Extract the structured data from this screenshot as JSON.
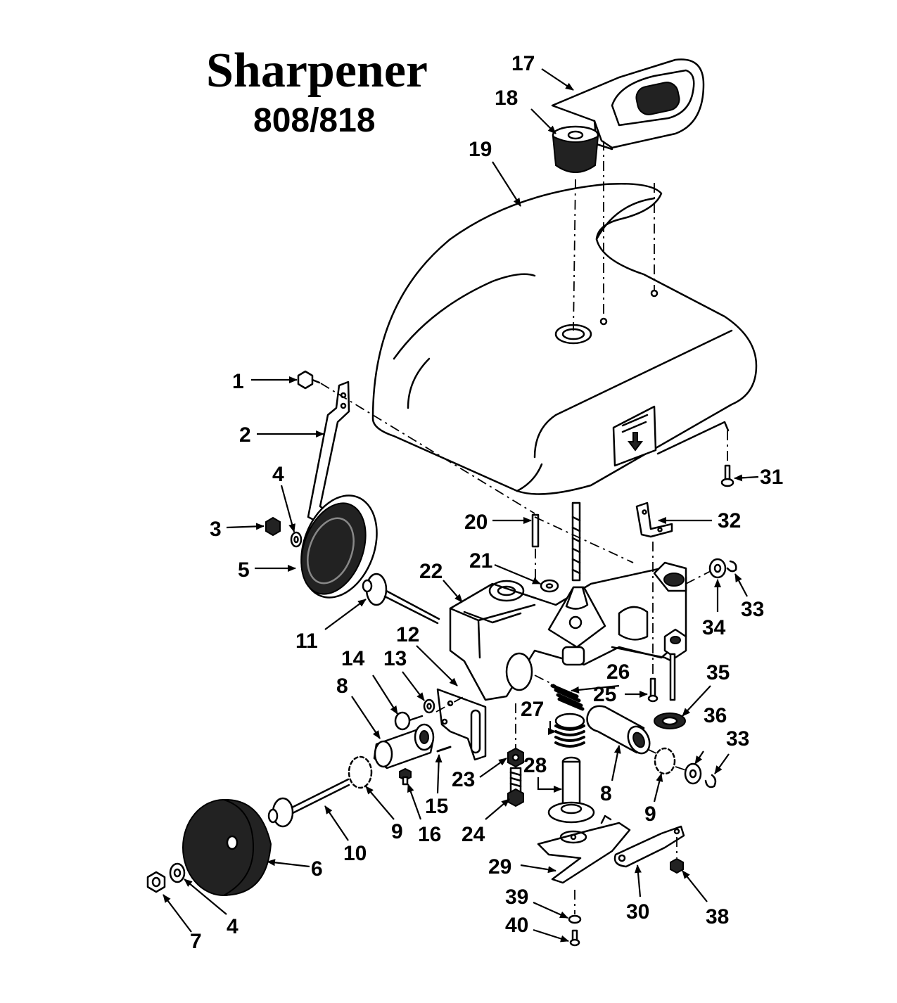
{
  "title": "Sharpener",
  "model": "808/818",
  "callouts": [
    {
      "id": "c1",
      "label": "1"
    },
    {
      "id": "c2",
      "label": "2"
    },
    {
      "id": "c3",
      "label": "3"
    },
    {
      "id": "c4a",
      "label": "4"
    },
    {
      "id": "c5",
      "label": "5"
    },
    {
      "id": "c4b",
      "label": "4"
    },
    {
      "id": "c6",
      "label": "6"
    },
    {
      "id": "c7",
      "label": "7"
    },
    {
      "id": "c8a",
      "label": "8"
    },
    {
      "id": "c8b",
      "label": "8"
    },
    {
      "id": "c9a",
      "label": "9"
    },
    {
      "id": "c9b",
      "label": "9"
    },
    {
      "id": "c10",
      "label": "10"
    },
    {
      "id": "c11",
      "label": "11"
    },
    {
      "id": "c12",
      "label": "12"
    },
    {
      "id": "c13",
      "label": "13"
    },
    {
      "id": "c14",
      "label": "14"
    },
    {
      "id": "c15",
      "label": "15"
    },
    {
      "id": "c16",
      "label": "16"
    },
    {
      "id": "c17",
      "label": "17"
    },
    {
      "id": "c18",
      "label": "18"
    },
    {
      "id": "c19",
      "label": "19"
    },
    {
      "id": "c20",
      "label": "20"
    },
    {
      "id": "c21",
      "label": "21"
    },
    {
      "id": "c22",
      "label": "22"
    },
    {
      "id": "c23",
      "label": "23"
    },
    {
      "id": "c24",
      "label": "24"
    },
    {
      "id": "c25",
      "label": "25"
    },
    {
      "id": "c26",
      "label": "26"
    },
    {
      "id": "c27",
      "label": "27"
    },
    {
      "id": "c28",
      "label": "28"
    },
    {
      "id": "c29",
      "label": "29"
    },
    {
      "id": "c30",
      "label": "30"
    },
    {
      "id": "c31",
      "label": "31"
    },
    {
      "id": "c32",
      "label": "32"
    },
    {
      "id": "c33a",
      "label": "33"
    },
    {
      "id": "c33b",
      "label": "33"
    },
    {
      "id": "c34",
      "label": "34"
    },
    {
      "id": "c35",
      "label": "35"
    },
    {
      "id": "c36",
      "label": "36"
    },
    {
      "id": "c38",
      "label": "38"
    },
    {
      "id": "c39",
      "label": "39"
    },
    {
      "id": "c40",
      "label": "40"
    }
  ]
}
